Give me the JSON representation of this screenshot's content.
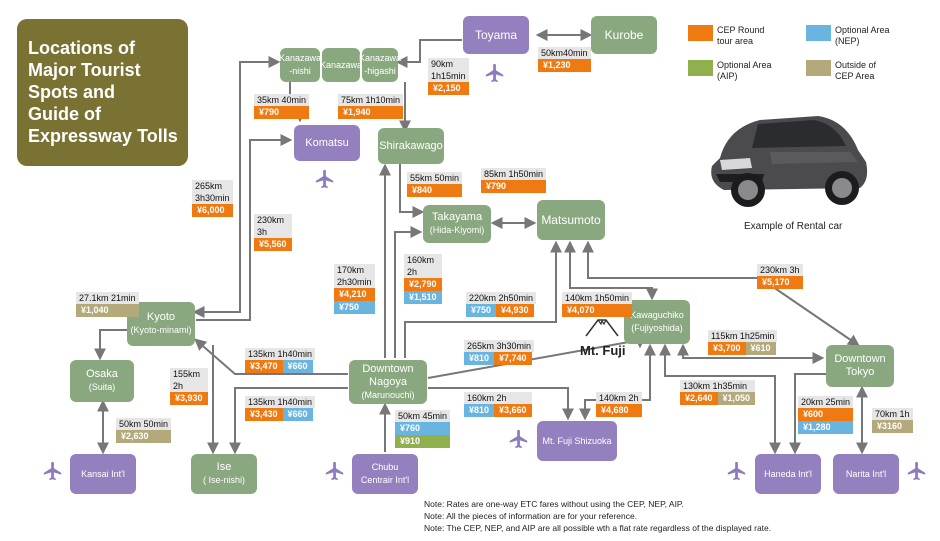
{
  "title": [
    "Locations of",
    "Major Tourist",
    "Spots and",
    "Guide of",
    "Expressway Tolls"
  ],
  "legend": [
    {
      "label": [
        "CEP Round",
        "tour area"
      ],
      "color": "#f07a12"
    },
    {
      "label": [
        "Optional Area",
        "(NEP)"
      ],
      "color": "#6ab4e0"
    },
    {
      "label": [
        "Optional Area",
        "(AIP)"
      ],
      "color": "#8fb04c"
    },
    {
      "label": [
        "Outside of",
        "CEP Area"
      ],
      "color": "#b3a97a"
    }
  ],
  "nodes": {
    "kanazawa_nishi": [
      "Kanazawa",
      "-nishi"
    ],
    "kanazawa": [
      "Kanazawa"
    ],
    "kanazawa_higashi": [
      "Kanazawa",
      "-higashi"
    ],
    "toyama": [
      "Toyama"
    ],
    "kurobe": [
      "Kurobe"
    ],
    "komatsu": [
      "Komatsu"
    ],
    "shirakawago": [
      "Shirakawago"
    ],
    "takayama": [
      "Takayama",
      "(Hida-Kiyomi)"
    ],
    "matsumoto": [
      "Matsumoto"
    ],
    "kyoto": [
      "Kyoto",
      "(Kyoto-minami)"
    ],
    "osaka": [
      "Osaka",
      "(Suita)"
    ],
    "kansai": [
      "Kansai Int'l"
    ],
    "ise": [
      "Ise",
      "( Ise-nishi)"
    ],
    "chubu": [
      "Chubu",
      "Centrair Int'l"
    ],
    "nagoya": [
      "Downtown",
      "Nagoya",
      "(Marunouchi)"
    ],
    "fuji_shizuoka": [
      "Mt. Fuji Shizuoka"
    ],
    "kawaguchiko": [
      "Kawaguchiko",
      "(Fujiyoshida)"
    ],
    "tokyo": [
      "Downtown",
      "Tokyo"
    ],
    "haneda": [
      "Haneda Int'l"
    ],
    "narita": [
      "Narita Int'l"
    ]
  },
  "tolls": [
    {
      "id": "kurobe-toyama",
      "header": [
        "50km40min"
      ],
      "values": [
        {
          "text": "¥1,230",
          "type": "cep"
        }
      ]
    },
    {
      "id": "toyama-kanazawa",
      "header": [
        "90km",
        "1h15min"
      ],
      "values": [
        {
          "text": "¥2,150",
          "type": "cep"
        }
      ]
    },
    {
      "id": "kanazawa-komatsu",
      "header": [
        "35km 40min"
      ],
      "values": [
        {
          "text": "¥790",
          "type": "cep"
        }
      ]
    },
    {
      "id": "kanazawa-shirakawago",
      "header": [
        "75km 1h10min"
      ],
      "values": [
        {
          "text": "¥1,940",
          "type": "cep"
        }
      ]
    },
    {
      "id": "kyoto-kanazawa",
      "header": [
        "265km",
        "3h30min"
      ],
      "values": [
        {
          "text": "¥6,000",
          "type": "cep"
        }
      ]
    },
    {
      "id": "kyoto-komatsu",
      "header": [
        "230km",
        "3h"
      ],
      "values": [
        {
          "text": "¥5,560",
          "type": "cep"
        }
      ]
    },
    {
      "id": "shirakawago-takayama",
      "header": [
        "55km 50min"
      ],
      "values": [
        {
          "text": "¥840",
          "type": "cep"
        }
      ]
    },
    {
      "id": "takayama-matsumoto",
      "header": [
        "85km 1h50min"
      ],
      "values": [
        {
          "text": "¥790",
          "type": "cep"
        }
      ]
    },
    {
      "id": "nagoya-shirakawago",
      "header": [
        "170km",
        "2h30min"
      ],
      "values": [
        {
          "text": "¥4,210",
          "type": "cep"
        },
        {
          "text": "¥750",
          "type": "nep"
        }
      ]
    },
    {
      "id": "nagoya-takayama",
      "header": [
        "160km",
        "2h"
      ],
      "values": [
        {
          "text": "¥2,790",
          "type": "cep"
        },
        {
          "text": "¥1,510",
          "type": "nep"
        }
      ]
    },
    {
      "id": "nagoya-matsumoto",
      "header": [
        "220km 2h50min"
      ],
      "values": [
        {
          "text": "¥750",
          "type": "nep"
        },
        {
          "text": "¥4,930",
          "type": "cep"
        }
      ],
      "inline": true
    },
    {
      "id": "matsumoto-kawaguchiko",
      "header": [
        "140km 1h50min"
      ],
      "values": [
        {
          "text": "¥4,070",
          "type": "cep"
        }
      ]
    },
    {
      "id": "matsumoto-tokyo",
      "header": [
        "230km 3h"
      ],
      "values": [
        {
          "text": "¥5,170",
          "type": "cep"
        }
      ]
    },
    {
      "id": "kyoto-osaka",
      "header": [
        "27.1km 21min"
      ],
      "values": [
        {
          "text": "¥1,040",
          "type": "out"
        }
      ]
    },
    {
      "id": "osaka-kansai",
      "header": [
        "50km 50min"
      ],
      "values": [
        {
          "text": "¥2,630",
          "type": "out"
        }
      ]
    },
    {
      "id": "kyoto-nagoya",
      "header": [
        "135km 1h40min"
      ],
      "values": [
        {
          "text": "¥3,470",
          "type": "cep"
        },
        {
          "text": "¥660",
          "type": "nep"
        }
      ],
      "inline": true
    },
    {
      "id": "kyoto-ise",
      "header": [
        "155km",
        "2h"
      ],
      "values": [
        {
          "text": "¥3,930",
          "type": "cep"
        }
      ]
    },
    {
      "id": "nagoya-ise",
      "header": [
        "135km 1h40min"
      ],
      "values": [
        {
          "text": "¥3,430",
          "type": "cep"
        },
        {
          "text": "¥660",
          "type": "nep"
        }
      ],
      "inline": true
    },
    {
      "id": "nagoya-chubu",
      "header": [
        "50km 45min"
      ],
      "values": [
        {
          "text": "¥760",
          "type": "nep"
        },
        {
          "text": "¥910",
          "type": "aip"
        }
      ]
    },
    {
      "id": "nagoya-kawaguchiko",
      "header": [
        "265km 3h30min"
      ],
      "values": [
        {
          "text": "¥810",
          "type": "nep"
        },
        {
          "text": "¥7,740",
          "type": "cep"
        }
      ],
      "inline": true
    },
    {
      "id": "nagoya-fuji-shizuoka",
      "header": [
        "160km 2h"
      ],
      "values": [
        {
          "text": "¥810",
          "type": "nep"
        },
        {
          "text": "¥3,660",
          "type": "cep"
        }
      ],
      "inline": true
    },
    {
      "id": "kawaguchiko-fuji-shizuoka",
      "header": [
        "140km 2h"
      ],
      "values": [
        {
          "text": "¥4,680",
          "type": "cep"
        }
      ]
    },
    {
      "id": "kawaguchiko-tokyo",
      "header": [
        "115km 1h25min"
      ],
      "values": [
        {
          "text": "¥3,700",
          "type": "cep"
        },
        {
          "text": "¥610",
          "type": "out"
        }
      ],
      "inline": true
    },
    {
      "id": "kawaguchiko-haneda",
      "header": [
        "130km 1h35min"
      ],
      "values": [
        {
          "text": "¥2,640",
          "type": "cep"
        },
        {
          "text": "¥1,050",
          "type": "out"
        }
      ],
      "inline": true
    },
    {
      "id": "tokyo-haneda",
      "header": [
        "20km 25min"
      ],
      "values": [
        {
          "text": "¥600",
          "type": "cep"
        },
        {
          "text": "¥1,280",
          "type": "nep"
        }
      ]
    },
    {
      "id": "tokyo-narita",
      "header": [
        "70km 1h"
      ],
      "values": [
        {
          "text": "¥3160",
          "type": "out"
        }
      ]
    }
  ],
  "landmark": {
    "label": "Mt. Fuji",
    "icon": "mountain-icon"
  },
  "car_caption": "Example of Rental car",
  "notes": [
    "Note: Rates are one-way ETC fares without using the CEP, NEP, AIP.",
    "Note: All the pieces of information are for your reference.",
    "Note: The CEP, NEP, and AIP are all possible wth a flat rate regardless of the displayed rate."
  ],
  "colors": {
    "spot": "#8aa87f",
    "airport": "#9580bf",
    "title_bg": "#7a7232",
    "cep": "#f07a12",
    "nep": "#6ab4e0",
    "aip": "#8fb04c",
    "outside": "#b3a97a"
  }
}
